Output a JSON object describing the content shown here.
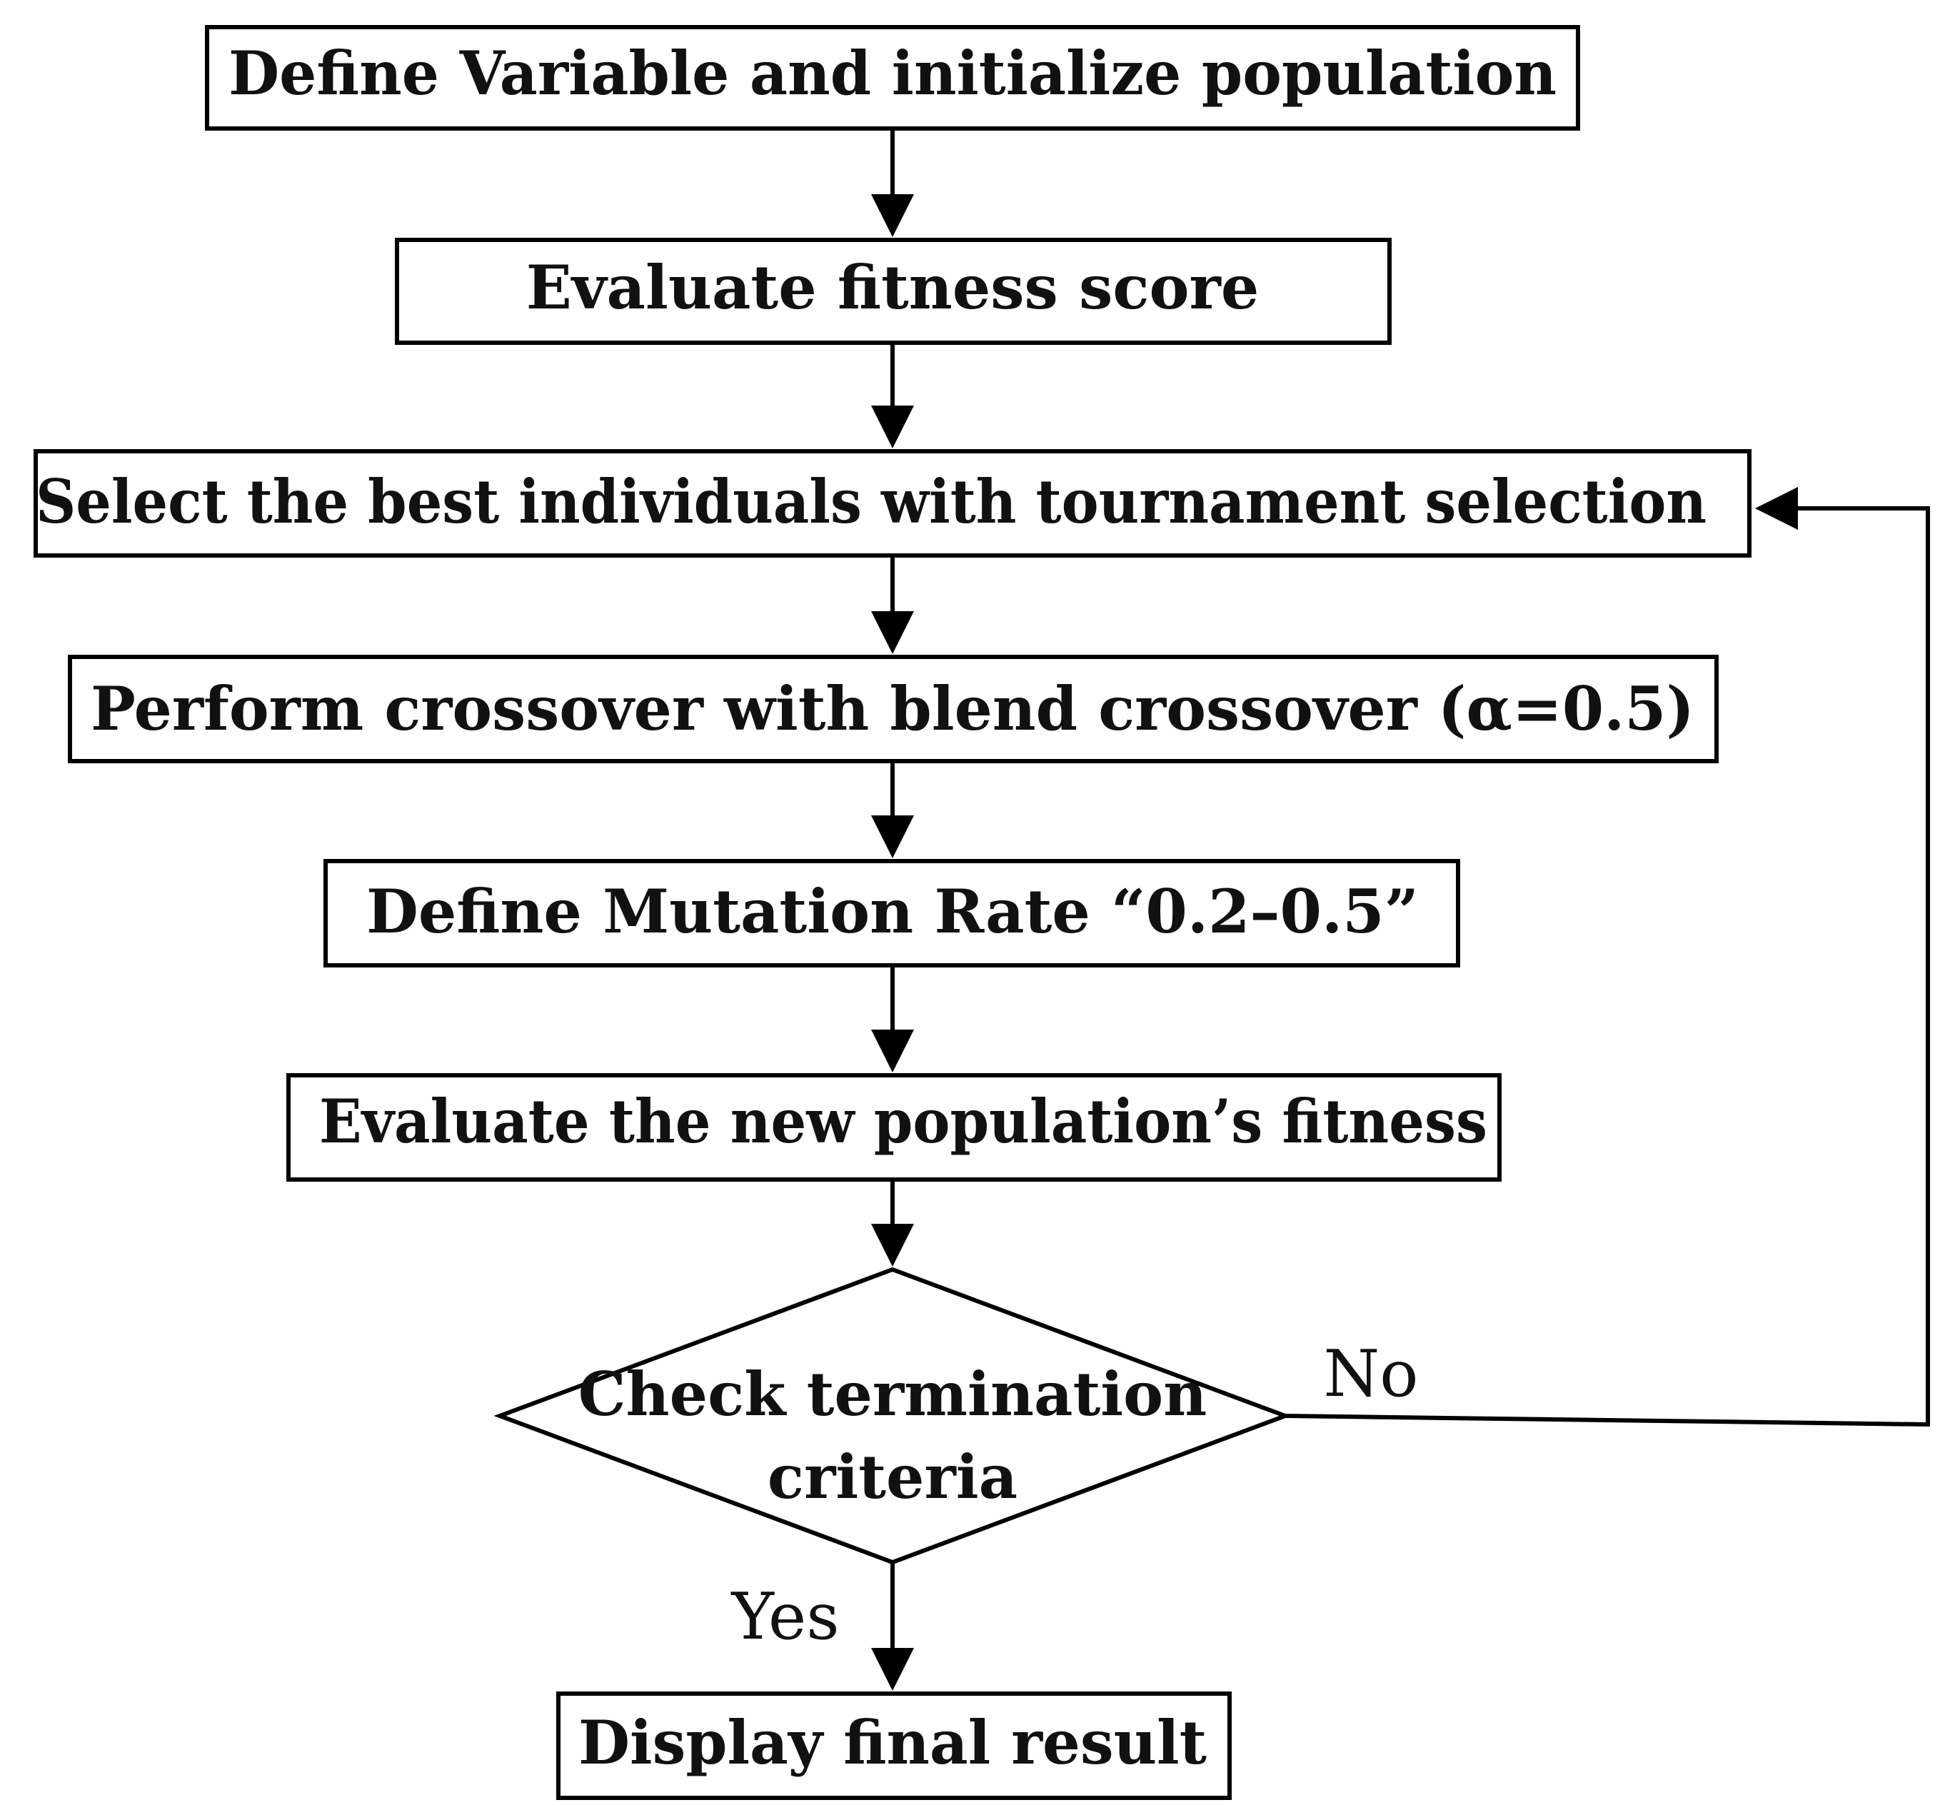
{
  "diagram": {
    "nodes": {
      "init": "Define Variable and initialize population",
      "evaluate": "Evaluate fitness score",
      "select": "Select the best individuals with tournament selection",
      "crossover": "Perform crossover with blend crossover (α=0.5)",
      "mutation": "Define Mutation Rate “0.2–0.5”",
      "evaluate_new": "Evaluate the new population’s fitness",
      "check_line1": "Check termination",
      "check_line2": "criteria",
      "result": "Display final result"
    },
    "edges": {
      "no": "No",
      "yes": "Yes"
    },
    "colors": {
      "stroke": "#000000",
      "text": "#111111",
      "background": "#ffffff"
    }
  }
}
